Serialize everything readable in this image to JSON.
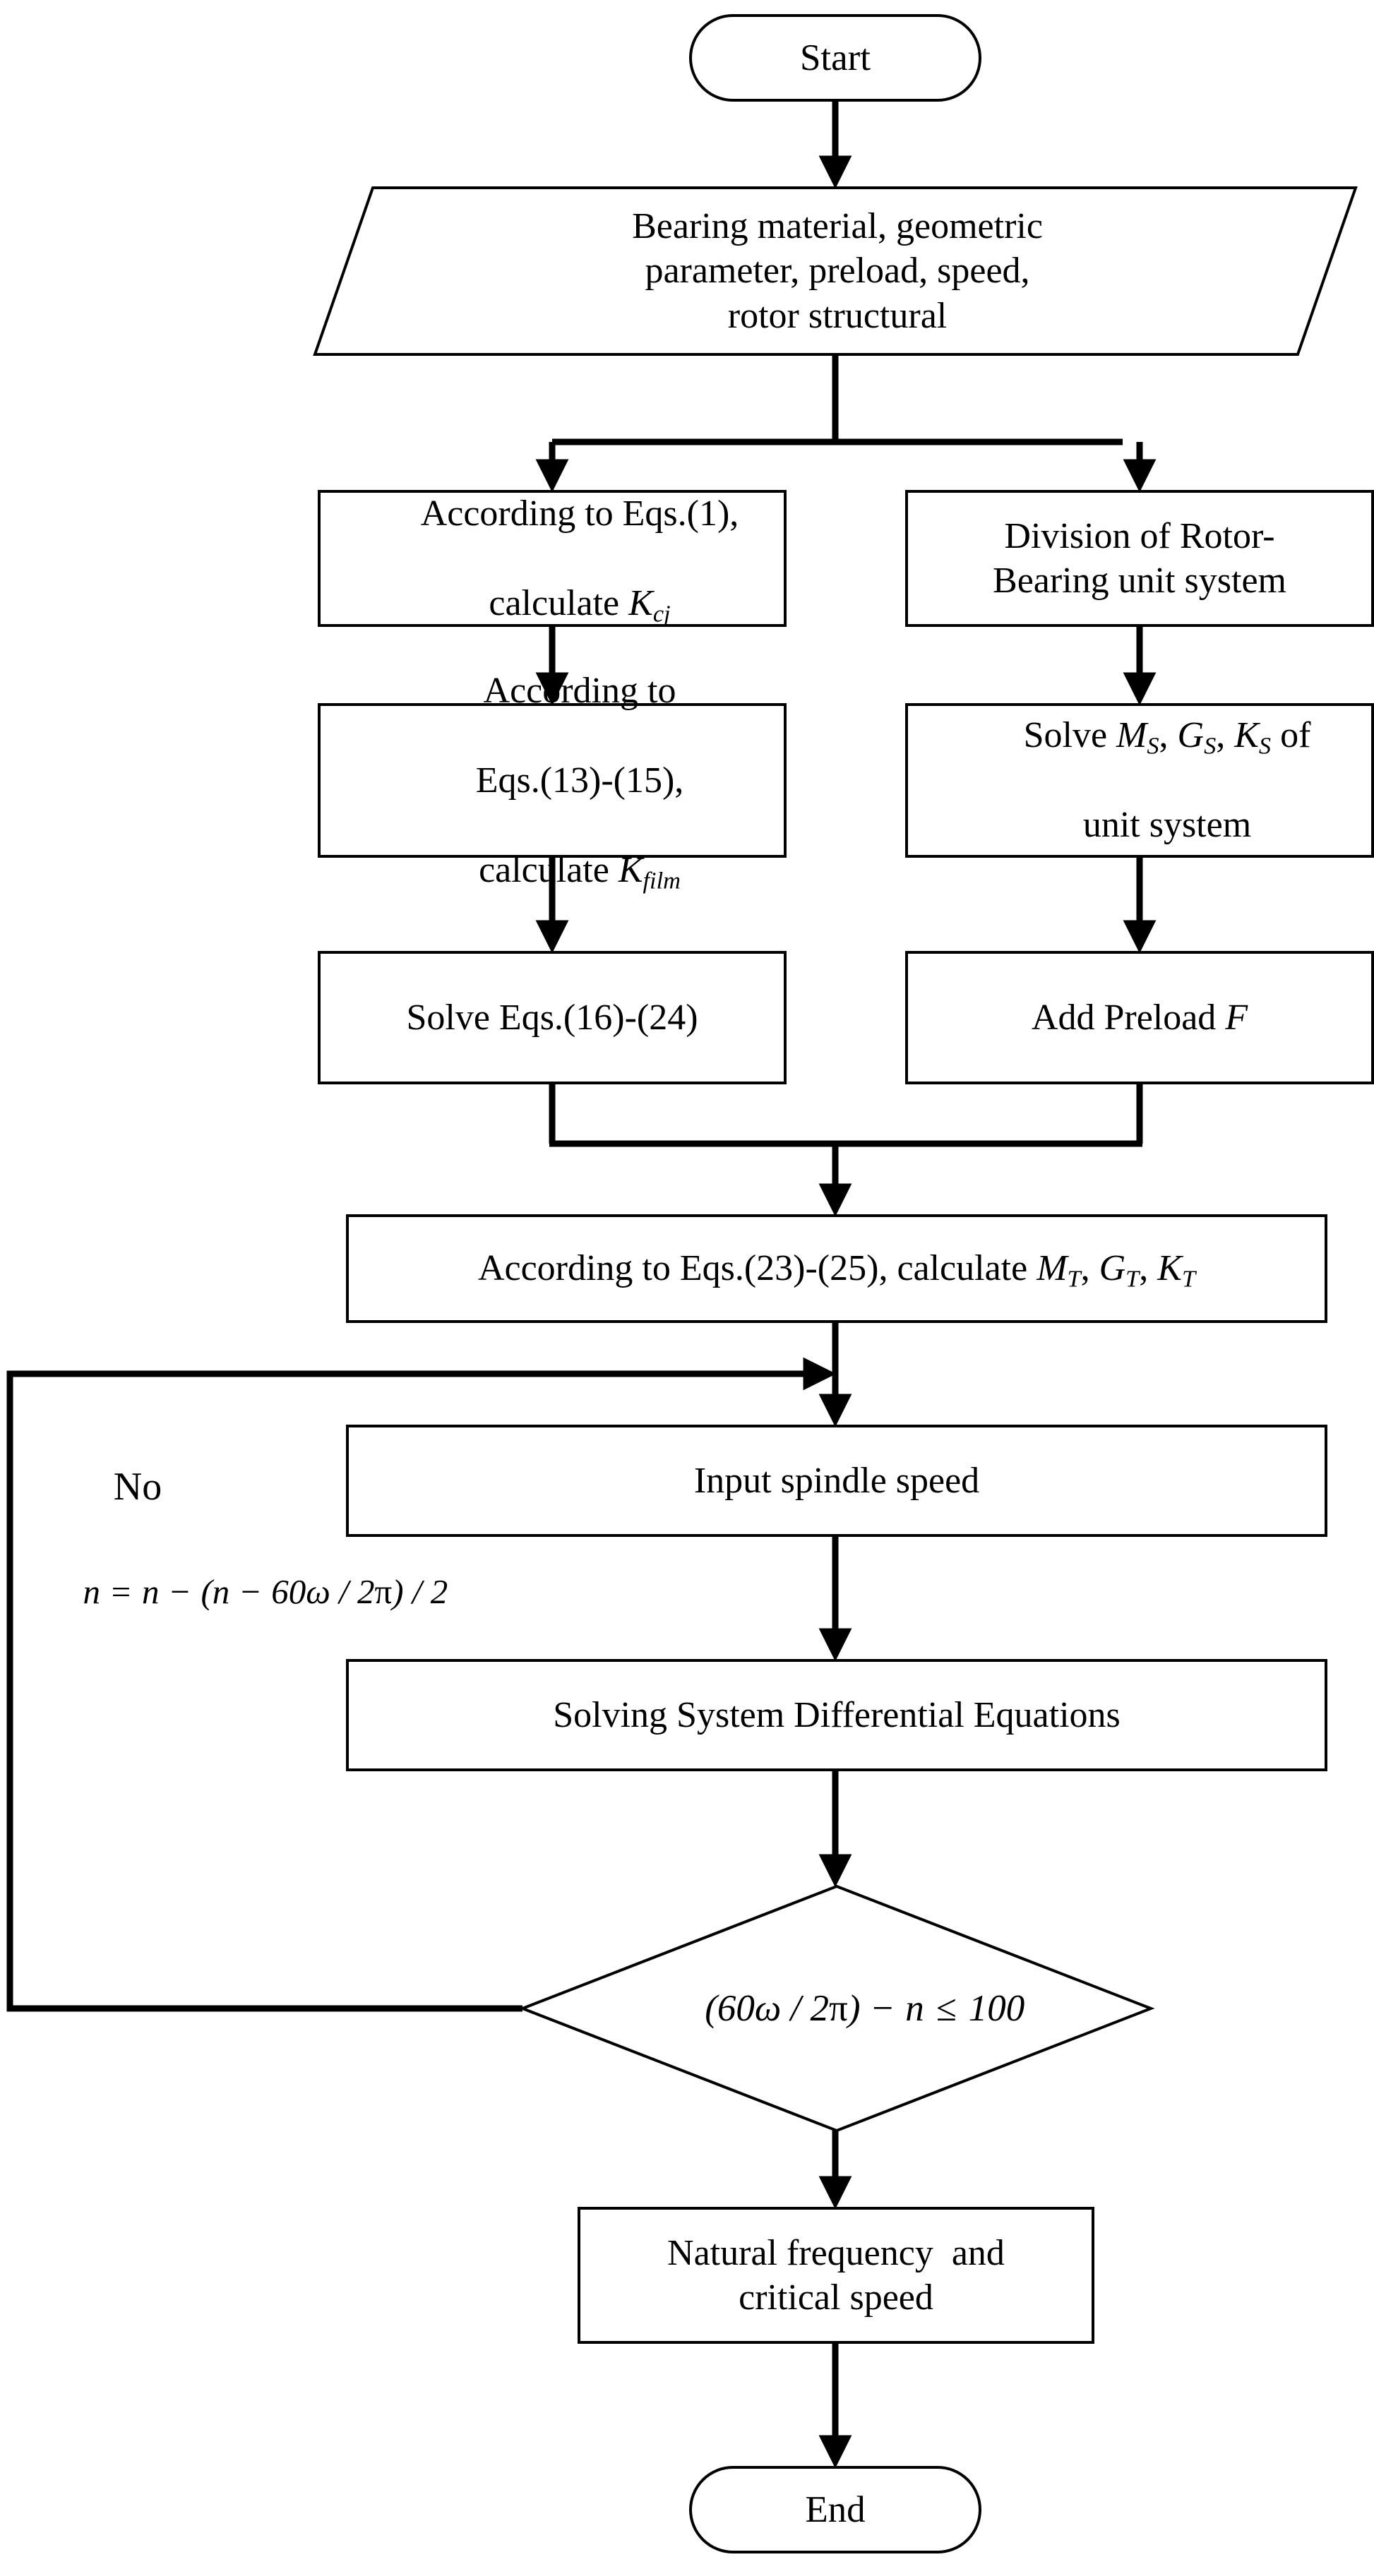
{
  "diagram": {
    "title": "Rotor-Bearing System Critical Speed Calculation Flowchart",
    "background_color": "#ffffff",
    "line_color": "#000000",
    "nodes": {
      "start": {
        "shape": "terminator",
        "label": "Start"
      },
      "input_params": {
        "shape": "parallelogram",
        "label": "Bearing material, geometric\nparameter, preload, speed,\nrotor structural"
      },
      "eqs1_kcj": {
        "shape": "process",
        "line1": "According to Eqs.(1),",
        "line2_prefix": "calculate ",
        "line2_var": "K",
        "line2_sub": "cj"
      },
      "division_rotor": {
        "shape": "process",
        "label": "Division of Rotor-\nBearing unit system"
      },
      "eqs13_15_kfilm": {
        "shape": "process",
        "line1": "According to",
        "line2": "Eqs.(13)-(15),",
        "line3_prefix": "calculate ",
        "line3_var": "K",
        "line3_sub": "film"
      },
      "solve_msgsks": {
        "shape": "process",
        "prefix": "Solve ",
        "vars": [
          {
            "v": "M",
            "s": "S"
          },
          {
            "v": "G",
            "s": "S"
          },
          {
            "v": "K",
            "s": "S"
          }
        ],
        "suffix": " of",
        "line2": "unit system"
      },
      "solve_eqs16_24": {
        "shape": "process",
        "label": "Solve Eqs.(16)-(24)"
      },
      "add_preload": {
        "shape": "process",
        "prefix": "Add Preload ",
        "var": "F"
      },
      "eqs23_25_mtgtkt": {
        "shape": "process",
        "prefix": "According to Eqs.(23)-(25), calculate ",
        "vars": [
          {
            "v": "M",
            "s": "T"
          },
          {
            "v": "G",
            "s": "T"
          },
          {
            "v": "K",
            "s": "T"
          }
        ]
      },
      "input_speed": {
        "shape": "process",
        "label": "Input spindle speed"
      },
      "solving_ode": {
        "shape": "process",
        "label": "Solving System Differential Equations"
      },
      "decision": {
        "shape": "diamond",
        "expr": "(60ω / 2π) − n ≤ 100",
        "expr_parts": {
          "open": "(60",
          "omega": "ω",
          "slash1": " / 2",
          "pi": "π",
          "close": ")",
          "minus": " − ",
          "n": "n",
          "leq": " ≤ ",
          "value": "100"
        }
      },
      "result": {
        "shape": "process",
        "label": "Natural frequency  and\ncritical speed"
      },
      "end": {
        "shape": "terminator",
        "label": "End"
      }
    },
    "edge_labels": {
      "no_branch": "No",
      "no_formula": "n = n − (n − 60ω / 2π) / 2",
      "no_formula_parts": {
        "n1": "n",
        "eq": " = ",
        "n2": "n",
        "minus1": " − ",
        "open": "(",
        "n3": "n",
        "minus2": " − ",
        "num": "60",
        "omega": "ω",
        "slash1": " / 2",
        "pi": "π",
        "close": ")",
        "slash2": " / ",
        "two": "2"
      }
    }
  }
}
